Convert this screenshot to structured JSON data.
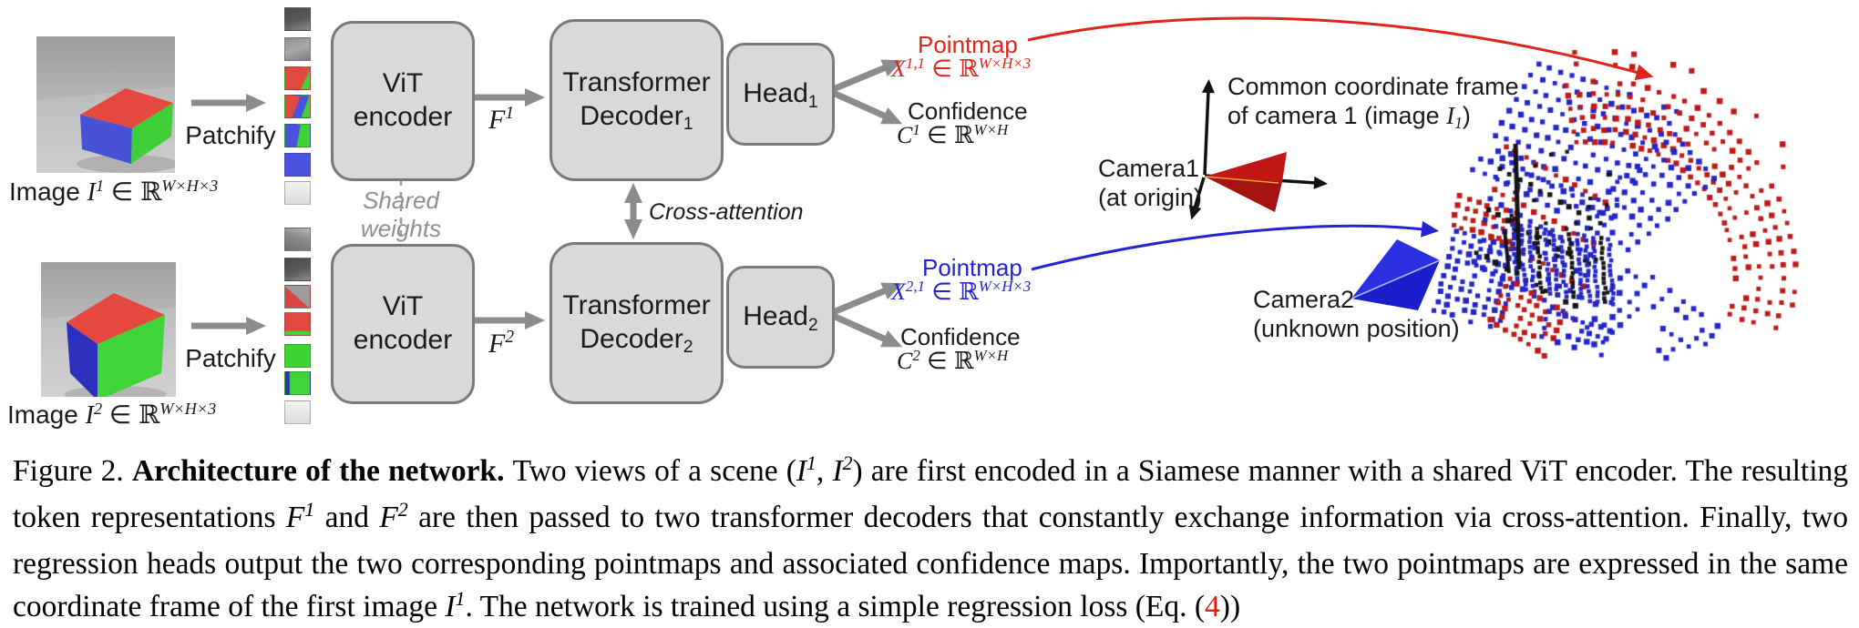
{
  "colors": {
    "red": "#e0231b",
    "blue": "#2323d6",
    "arrow_gray": "#8c8c8c",
    "box_fill": "#d9d9d9",
    "box_border": "#7a7a7a",
    "muted_gray": "#8f8f8f",
    "black": "#1a1a1a",
    "frustum_red": "#a51210",
    "frustum_red_light": "#c11815",
    "frustum_blue": "#1b1ecb",
    "frustum_blue_light": "#2a2fe2",
    "dot_red": "#bf1a15",
    "dot_blue": "#2326c8",
    "link_red": "#e11b17"
  },
  "diagram": {
    "image1_label": [
      {
        "t": "Image "
      },
      {
        "t": "I",
        "m": 1
      },
      {
        "t": "1",
        "sup": 1,
        "m": 1
      },
      {
        "t": " ∈ "
      },
      {
        "t": "ℝ",
        "up": 1
      },
      {
        "t": "W×H×3",
        "sup": 1,
        "m": 1
      }
    ],
    "image2_label": [
      {
        "t": "Image "
      },
      {
        "t": "I",
        "m": 1
      },
      {
        "t": "2",
        "sup": 1,
        "m": 1
      },
      {
        "t": " ∈ "
      },
      {
        "t": "ℝ",
        "up": 1
      },
      {
        "t": "W×H×3",
        "sup": 1,
        "m": 1
      }
    ],
    "patchify1": "Patchify",
    "patchify2": "Patchify",
    "patches_image1": [
      "dark-gray",
      "gray",
      "red-green-corner",
      "red-blue-green",
      "blue-green",
      "blue",
      "light"
    ],
    "patches_image2": [
      "gray-light-top",
      "dark-gray",
      "gray-red-diag",
      "red-green-sliver",
      "green",
      "blue-green-sliver",
      "light"
    ],
    "vit_encoder1": [
      {
        "t": "ViT"
      },
      {
        "br": 1
      },
      {
        "t": "encoder"
      }
    ],
    "vit_encoder2": [
      {
        "t": "ViT"
      },
      {
        "br": 1
      },
      {
        "t": "encoder"
      }
    ],
    "shared_weights": [
      {
        "t": "Shared"
      },
      {
        "br": 1
      },
      {
        "t": "weights"
      }
    ],
    "f1": [
      {
        "t": "F",
        "m": 1
      },
      {
        "t": "1",
        "sup": 1,
        "m": 1
      }
    ],
    "f2": [
      {
        "t": "F",
        "m": 1
      },
      {
        "t": "2",
        "sup": 1,
        "m": 1
      }
    ],
    "decoder1": [
      {
        "t": "Transformer"
      },
      {
        "br": 1
      },
      {
        "t": "Decoder"
      },
      {
        "t": "1",
        "sub": 1
      }
    ],
    "decoder2": [
      {
        "t": "Transformer"
      },
      {
        "br": 1
      },
      {
        "t": "Decoder"
      },
      {
        "t": "2",
        "sub": 1
      }
    ],
    "cross_attention": "Cross-attention",
    "head1": [
      {
        "t": "Head"
      },
      {
        "t": "1",
        "sub": 1
      }
    ],
    "head2": [
      {
        "t": "Head"
      },
      {
        "t": "2",
        "sub": 1
      }
    ],
    "pointmap1_title": "Pointmap",
    "pointmap1_math": [
      {
        "t": "X",
        "m": 1
      },
      {
        "t": "1,1",
        "sup": 1,
        "m": 1
      },
      {
        "t": " ∈ "
      },
      {
        "t": "ℝ",
        "up": 1
      },
      {
        "t": "W×H×3",
        "sup": 1,
        "m": 1
      }
    ],
    "confidence1_title": "Confidence",
    "confidence1_math": [
      {
        "t": "C",
        "m": 1
      },
      {
        "t": "1",
        "sup": 1,
        "m": 1
      },
      {
        "t": " ∈ "
      },
      {
        "t": "ℝ",
        "up": 1
      },
      {
        "t": "W×H",
        "sup": 1,
        "m": 1
      }
    ],
    "pointmap2_title": "Pointmap",
    "pointmap2_math": [
      {
        "t": "X",
        "m": 1
      },
      {
        "t": "2,1",
        "sup": 1,
        "m": 1
      },
      {
        "t": " ∈ "
      },
      {
        "t": "ℝ",
        "up": 1
      },
      {
        "t": "W×H×3",
        "sup": 1,
        "m": 1
      }
    ],
    "confidence2_title": "Confidence",
    "confidence2_math": [
      {
        "t": "C",
        "m": 1
      },
      {
        "t": "2",
        "sup": 1,
        "m": 1
      },
      {
        "t": " ∈ "
      },
      {
        "t": "ℝ",
        "up": 1
      },
      {
        "t": "W×H",
        "sup": 1,
        "m": 1
      }
    ],
    "common_frame": [
      {
        "t": "Common coordinate frame"
      },
      {
        "br": 1
      },
      {
        "t": "of camera 1 (image  "
      },
      {
        "t": "I",
        "m": 1
      },
      {
        "t": "1",
        "sub": 1,
        "m": 1
      },
      {
        "t": ")"
      }
    ],
    "camera1": [
      {
        "t": "Camera1"
      },
      {
        "br": 1
      },
      {
        "t": "(at origin)"
      }
    ],
    "camera2": [
      {
        "t": "Camera2"
      },
      {
        "br": 1
      },
      {
        "t": "(unknown position)"
      }
    ]
  },
  "caption": {
    "runs": [
      {
        "t": "Figure 2. "
      },
      {
        "t": "Architecture of the network. ",
        "b": 1
      },
      {
        "t": "Two views of a scene ("
      },
      {
        "t": "I",
        "m": 1
      },
      {
        "t": "1",
        "sup": 1,
        "m": 1
      },
      {
        "t": ", "
      },
      {
        "t": "I",
        "m": 1
      },
      {
        "t": "2",
        "sup": 1,
        "m": 1
      },
      {
        "t": ") are first encoded in a Siamese manner with a shared ViT encoder. The resulting token representations "
      },
      {
        "t": "F",
        "m": 1
      },
      {
        "t": "1",
        "sup": 1,
        "m": 1
      },
      {
        "t": " and "
      },
      {
        "t": "F",
        "m": 1
      },
      {
        "t": "2",
        "sup": 1,
        "m": 1
      },
      {
        "t": " are then passed to two transformer decoders that constantly exchange information via cross-attention. Finally, two regression heads output the two corresponding pointmaps and associated confidence maps. Importantly, the two pointmaps are expressed in the same coordinate frame of the first image "
      },
      {
        "t": "I",
        "m": 1
      },
      {
        "t": "1",
        "sup": 1,
        "m": 1
      },
      {
        "t": ". The network is trained using a simple regression loss (Eq. ("
      },
      {
        "t": "4",
        "c": "link_red",
        "link": 1
      },
      {
        "t": "))"
      }
    ]
  }
}
